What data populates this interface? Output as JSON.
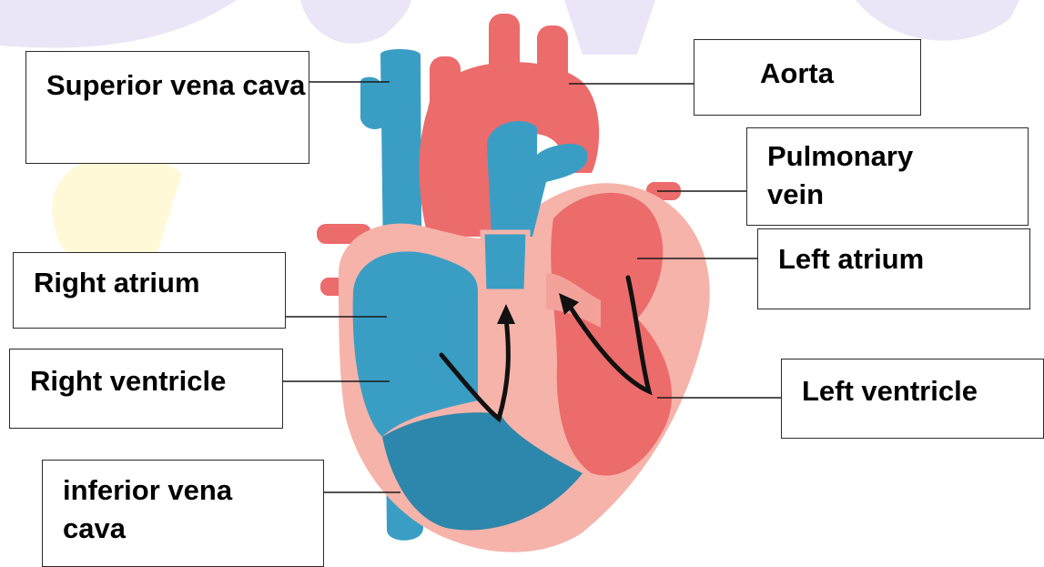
{
  "colors": {
    "deoxygenated": "#3a9ec4",
    "deoxygenated_dark": "#2d86ab",
    "oxygenated": "#ec6b6b",
    "oxygenated_light": "#f3a29a",
    "wall": "#f6b3aa",
    "arrow": "#111111",
    "watermark": "#d9d2f0",
    "watermark_yellow": "#fff6b8"
  },
  "labels": {
    "superior_vena_cava": "Superior vena cava",
    "aorta": "Aorta",
    "pulmonary_vein": "Pulmonary vein",
    "right_atrium": "Right atrium",
    "left_atrium": "Left atrium",
    "right_ventricle": "Right ventricle",
    "left_ventricle": "Left ventricle",
    "inferior_vena_cava": "inferior vena cava"
  }
}
